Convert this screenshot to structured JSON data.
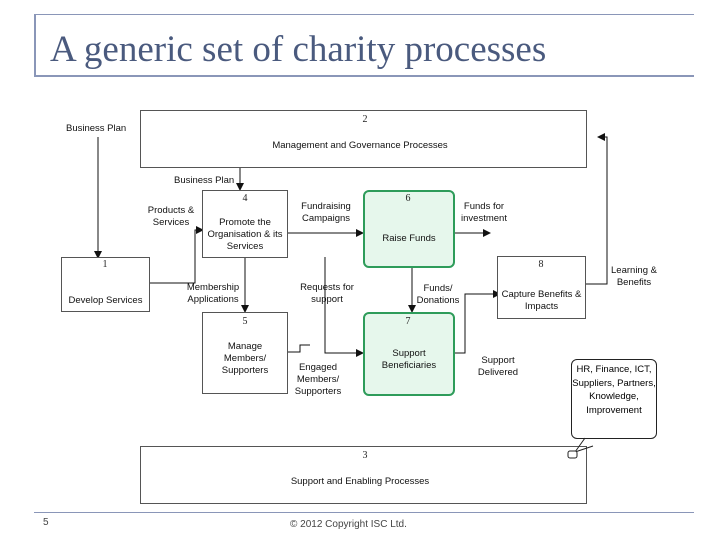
{
  "title": "A generic set of charity processes",
  "boxes": {
    "b2": {
      "num": "2",
      "label": "Management and Governance Processes"
    },
    "b3": {
      "num": "3",
      "label": "Support and Enabling Processes"
    },
    "b4": {
      "num": "4",
      "label": "Promote the Organisation & its Services"
    },
    "b1": {
      "num": "1",
      "label": "Develop Services"
    },
    "b5": {
      "num": "5",
      "label": "Manage Members/ Supporters"
    },
    "b6": {
      "num": "6",
      "label": "Raise Funds"
    },
    "b7": {
      "num": "7",
      "label": "Support Beneficiaries"
    },
    "b8": {
      "num": "8",
      "label": "Capture Benefits & Impacts"
    }
  },
  "flow_labels": {
    "business_plan_top": "Business Plan",
    "business_plan_mid": "Business Plan",
    "products_services": "Products & Services",
    "fundraising_campaigns": "Fundraising Campaigns",
    "funds_for_investment": "Funds for investment",
    "membership_applications": "Membership Applications",
    "requests_for_support": "Requests for support",
    "funds_donations": "Funds/ Donations",
    "engaged_members": "Engaged Members/ Supporters",
    "support_delivered": "Support Delivered",
    "learning_benefits": "Learning & Benefits"
  },
  "callout": "HR, Finance, ICT, Suppliers, Partners, Knowledge, Improvement",
  "footer": {
    "page_number": "5",
    "copyright": "© 2012 Copyright ISC Ltd."
  },
  "colors": {
    "title": "#4a5a7e",
    "rule": "#8a96b8",
    "green_fill": "#e6f7ec",
    "green_border": "#2e9c5a"
  }
}
